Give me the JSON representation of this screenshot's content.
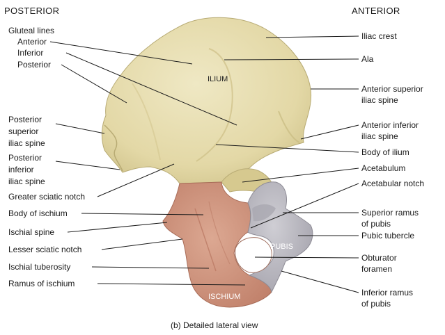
{
  "headers": {
    "left": "POSTERIOR",
    "right": "ANTERIOR"
  },
  "regions": {
    "ilium": "ILIUM",
    "pubis": "PUBIS",
    "ischium": "ISCHIUM"
  },
  "left_labels": {
    "gluteal_lines": "Gluteal lines",
    "anterior": "Anterior",
    "inferior": "Inferior",
    "posterior": "Posterior",
    "psis_1": "Posterior",
    "psis_2": "superior",
    "psis_3": "iliac spine",
    "piis_1": "Posterior",
    "piis_2": "inferior",
    "piis_3": "iliac spine",
    "greater_sciatic_notch": "Greater sciatic notch",
    "body_of_ischium": "Body of ischium",
    "ischial_spine": "Ischial spine",
    "lesser_sciatic_notch": "Lesser sciatic notch",
    "ischial_tuberosity": "Ischial tuberosity",
    "ramus_of_ischium": "Ramus of ischium"
  },
  "right_labels": {
    "iliac_crest": "Iliac crest",
    "ala": "Ala",
    "asis_1": "Anterior superior",
    "asis_2": "iliac spine",
    "aiis_1": "Anterior inferior",
    "aiis_2": "iliac spine",
    "body_of_ilium": "Body of ilium",
    "acetabulum": "Acetabulum",
    "acetabular_notch": "Acetabular notch",
    "sup_ramus_1": "Superior ramus",
    "sup_ramus_2": "of pubis",
    "pubic_tubercle": "Pubic tubercle",
    "obturator_1": "Obturator",
    "obturator_2": "foramen",
    "inf_ramus_1": "Inferior ramus",
    "inf_ramus_2": "of pubis"
  },
  "caption": "(b) Detailed lateral view",
  "colors": {
    "ilium": "#e8dfb4",
    "ilium_shadow": "#d7cc97",
    "ischium": "#d49a83",
    "ischium_shadow": "#c0826c",
    "pubis": "#b9b8bf",
    "pubis_shadow": "#9e9ca6",
    "leader": "#1a1a1a"
  }
}
